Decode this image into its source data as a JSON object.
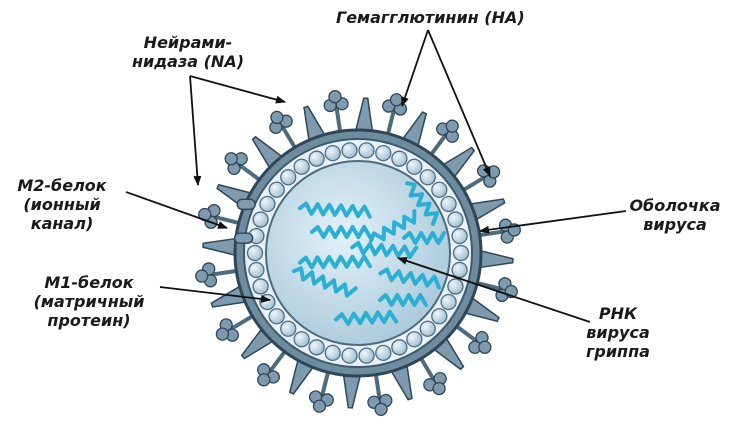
{
  "labels": {
    "hemagglutinin": "Гемагглютинин (HA)",
    "neuraminidase": [
      "Нейрами-",
      "нидаза (NA)"
    ],
    "m2_protein": [
      "M2-белок",
      "(ионный",
      "канал)"
    ],
    "m1_protein": [
      "M1-белок",
      "(матричный",
      "протеин)"
    ],
    "envelope": [
      "Оболочка",
      "вируса"
    ],
    "rna": [
      "РНК",
      "вируса",
      "гриппа"
    ]
  },
  "colors": {
    "envelope": "#5f7f94",
    "envelope_outline": "#2f4657",
    "spike": "#7d9aae",
    "spike_dark": "#4e6b7e",
    "matrix_bead": "#c9dce8",
    "core": "#c6dfec",
    "rna": "#2bb0d4",
    "text": "#1a1a1a"
  }
}
